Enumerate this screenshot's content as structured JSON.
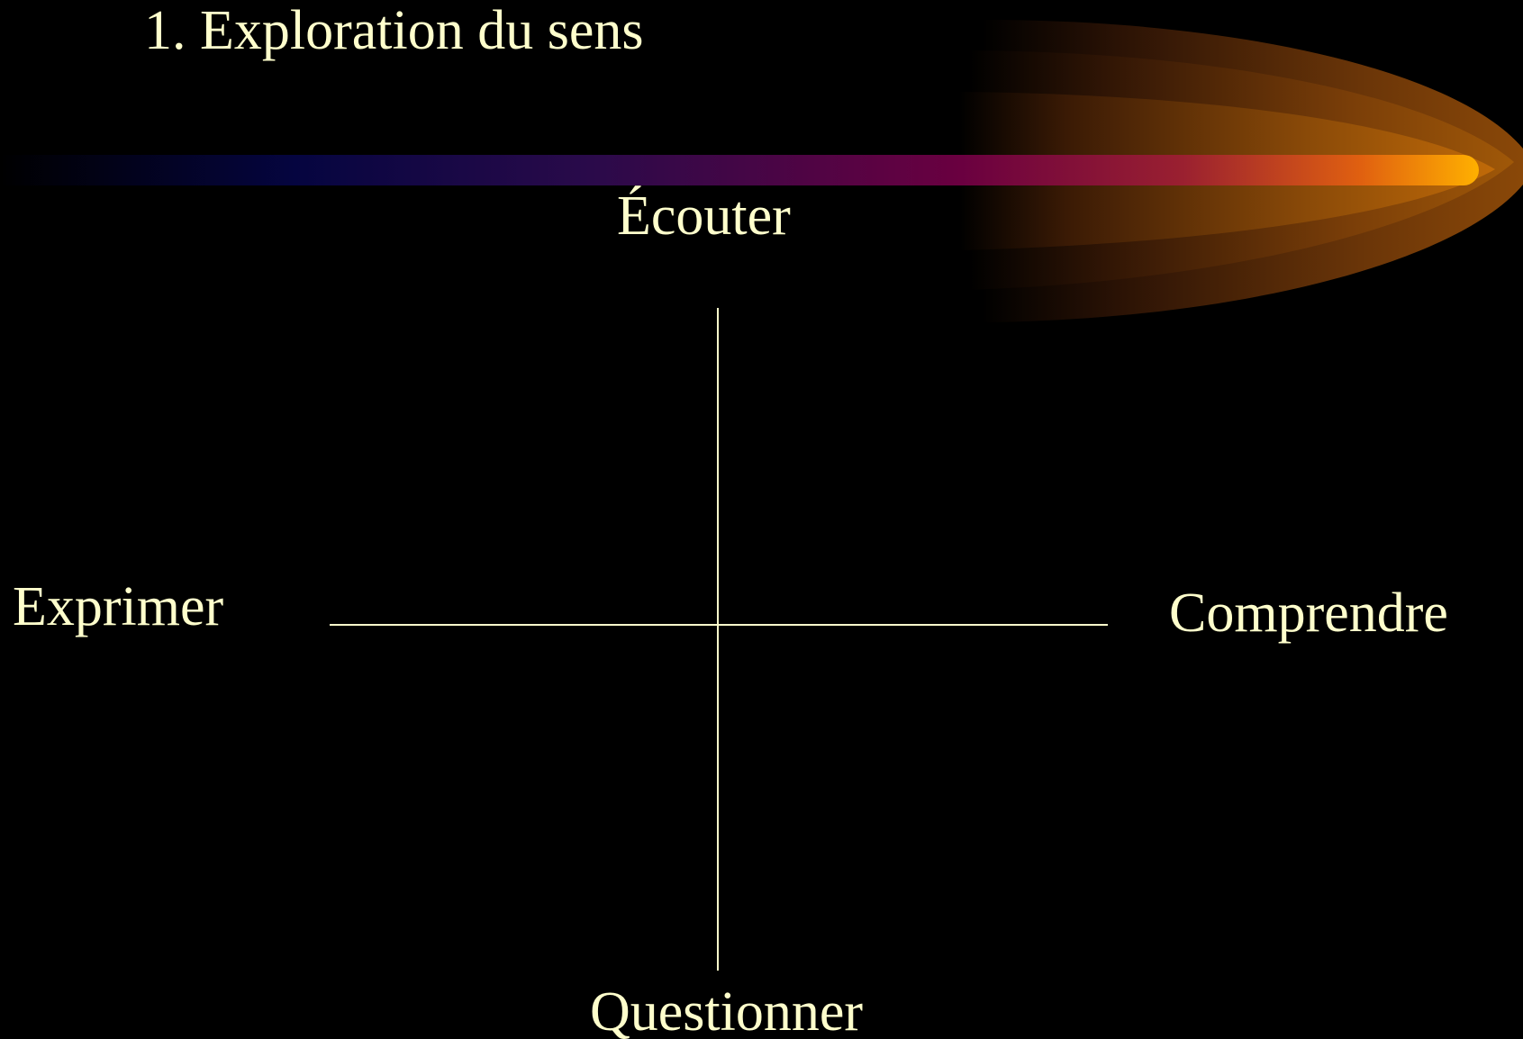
{
  "slide": {
    "title": "1. Exploration du sens",
    "background": "#000000",
    "text_color": "#FFFFCC"
  },
  "diagram": {
    "top_label": "Écouter",
    "left_label": "Exprimer",
    "right_label": "Comprendre",
    "bottom_label": "Questionner"
  },
  "decoration": {
    "name": "comet-gradient-banner",
    "colors": [
      "#000000",
      "#0A0A40",
      "#3A1050",
      "#7A0040",
      "#C04010",
      "#FF9A00",
      "#FFB000"
    ]
  }
}
